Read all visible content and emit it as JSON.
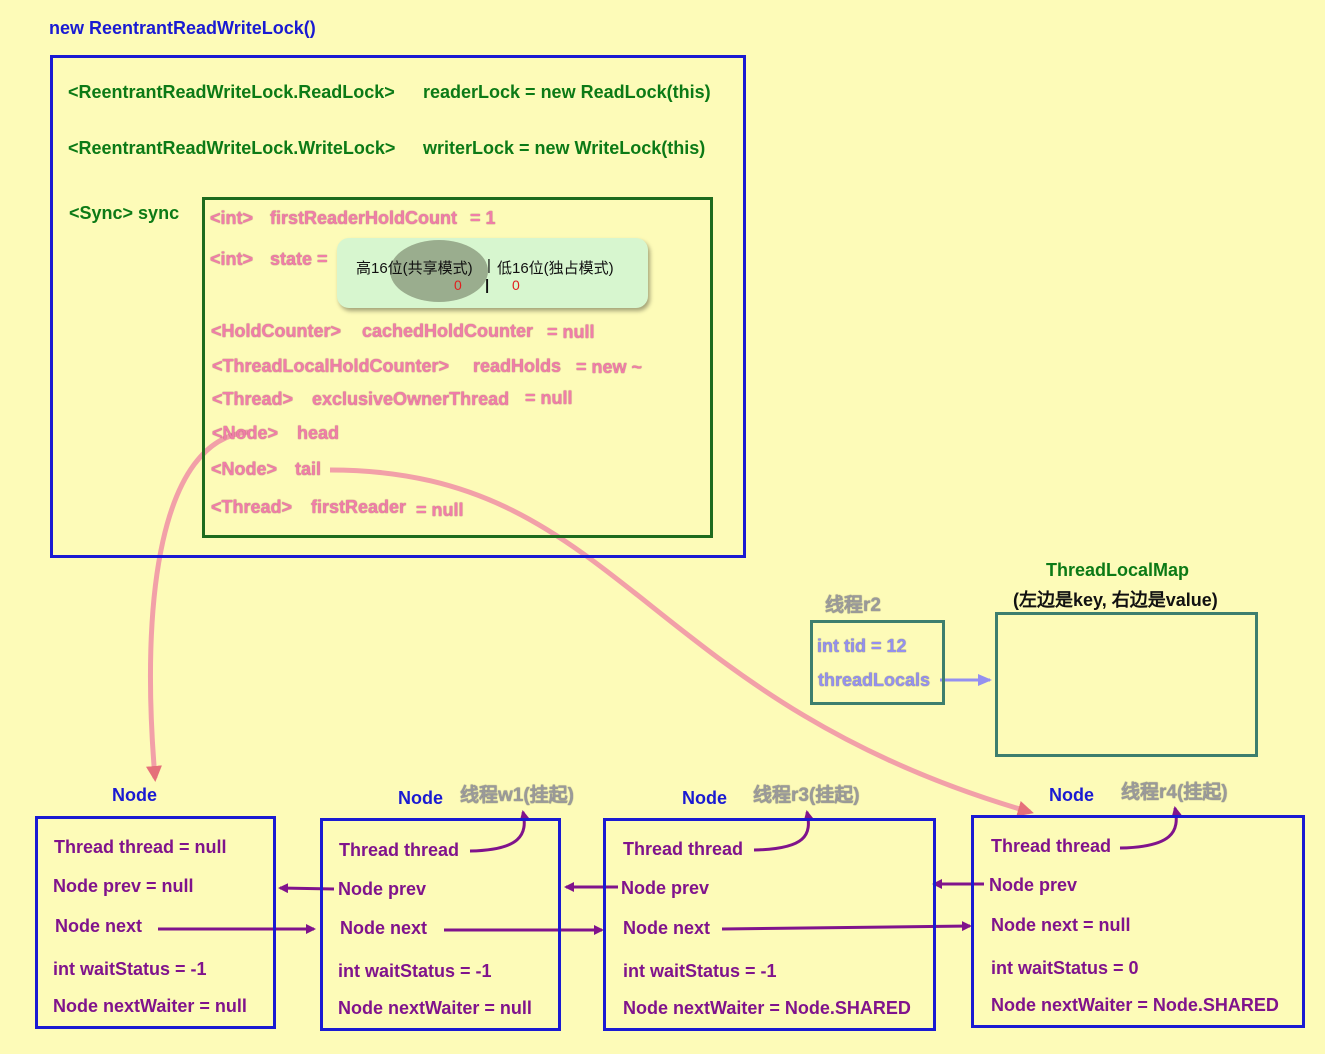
{
  "title": "new ReentrantReadWriteLock()",
  "lock": {
    "reader_type": "<ReentrantReadWriteLock.ReadLock>",
    "reader_field": "readerLock = new ReadLock(this)",
    "writer_type": "<ReentrantReadWriteLock.WriteLock>",
    "writer_field": "writerLock = new WriteLock(this)",
    "sync_label": "<Sync> sync"
  },
  "sync": {
    "fields": [
      {
        "type": "<int>",
        "name": "firstReaderHoldCount",
        "value": "= 1"
      },
      {
        "type": "<int>",
        "name": "state =",
        "value": ""
      },
      {
        "type": "<HoldCounter>",
        "name": "cachedHoldCounter",
        "value": "= null"
      },
      {
        "type": "<ThreadLocalHoldCounter>",
        "name": "readHolds",
        "value": "= new ~"
      },
      {
        "type": "<Thread>",
        "name": "exclusiveOwnerThread",
        "value": "= null"
      },
      {
        "type": "<Node>",
        "name": "head",
        "value": ""
      },
      {
        "type": "<Node>",
        "name": "tail",
        "value": ""
      },
      {
        "type": "<Thread>",
        "name": "firstReader",
        "value": "= null"
      }
    ],
    "state_box": {
      "high_label": "高16位(共享模式)",
      "separator": "|",
      "low_label": "低16位(独占模式)",
      "high_value": "0",
      "low_value": "0"
    }
  },
  "thread_r2": {
    "title": "线程r2",
    "tid": "int tid = 12",
    "locals": "threadLocals"
  },
  "thread_local_map": {
    "title": "ThreadLocalMap",
    "subtitle": "(左边是key, 右边是value)"
  },
  "nodes": [
    {
      "label": "Node",
      "thread_label": "",
      "thread": "Thread thread  = null",
      "prev": "Node prev   = null",
      "next": "Node next",
      "wait_status": "int waitStatus = -1",
      "next_waiter": "Node nextWaiter = null"
    },
    {
      "label": "Node",
      "thread_label": "线程w1(挂起)",
      "thread": "Thread thread",
      "prev": "Node prev",
      "next": "Node next",
      "wait_status": "int waitStatus = -1",
      "next_waiter": "Node nextWaiter = null"
    },
    {
      "label": "Node",
      "thread_label": "线程r3(挂起)",
      "thread": "Thread thread",
      "prev": "Node prev",
      "next": "Node next",
      "wait_status": "int waitStatus = -1",
      "next_waiter": "Node nextWaiter = Node.SHARED"
    },
    {
      "label": "Node",
      "thread_label": "线程r4(挂起)",
      "thread": "Thread thread",
      "prev": "Node prev",
      "next": "Node next   = null",
      "wait_status": "int waitStatus = 0",
      "next_waiter": "Node nextWaiter = Node.SHARED"
    }
  ],
  "colors": {
    "background": "#fdfbb8",
    "outer_border": "#1a1ad2",
    "sync_border": "#1e6b1e",
    "field_pink": "#f07ea8",
    "node_text": "#80138c",
    "state_box": "#d7f6cf"
  }
}
